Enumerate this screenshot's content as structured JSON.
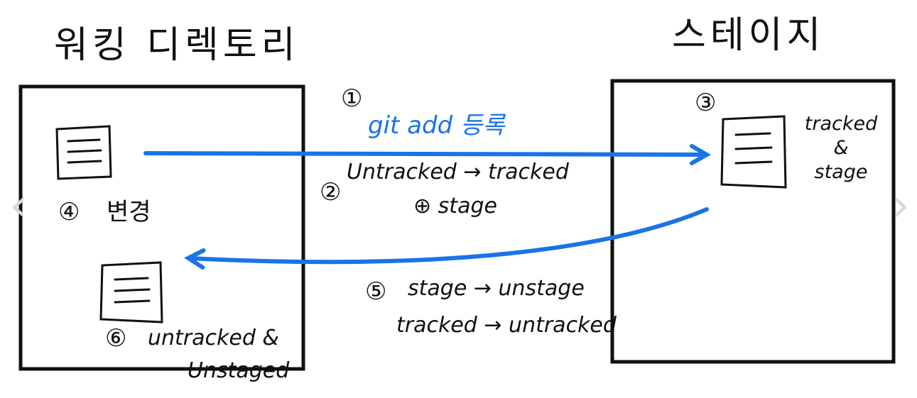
{
  "colors": {
    "ink": "#111111",
    "accent": "#1a73e8",
    "nav": "#d8d8d8"
  },
  "working_dir": {
    "title": "워킹 디렉토리",
    "step4_num": "④",
    "step4_text": "변경",
    "step6_num": "⑥",
    "step6_line1": "untracked &",
    "step6_line2": "Unstaged"
  },
  "stage": {
    "title": "스테이지",
    "step3_num": "③",
    "side_line1": "tracked",
    "side_line2": "&",
    "side_line3": "stage"
  },
  "forward": {
    "step1_num": "①",
    "command": "git add 등록",
    "step2_num": "②",
    "step2_line1": "Untracked → tracked",
    "step2_line2": "⊕ stage"
  },
  "backward": {
    "step5_num": "⑤",
    "line1": "stage → unstage",
    "line2": "tracked → untracked"
  },
  "nav": {
    "prev_icon": "chevron-left-icon",
    "next_icon": "chevron-right-icon",
    "prev": "‹",
    "next": "›"
  }
}
